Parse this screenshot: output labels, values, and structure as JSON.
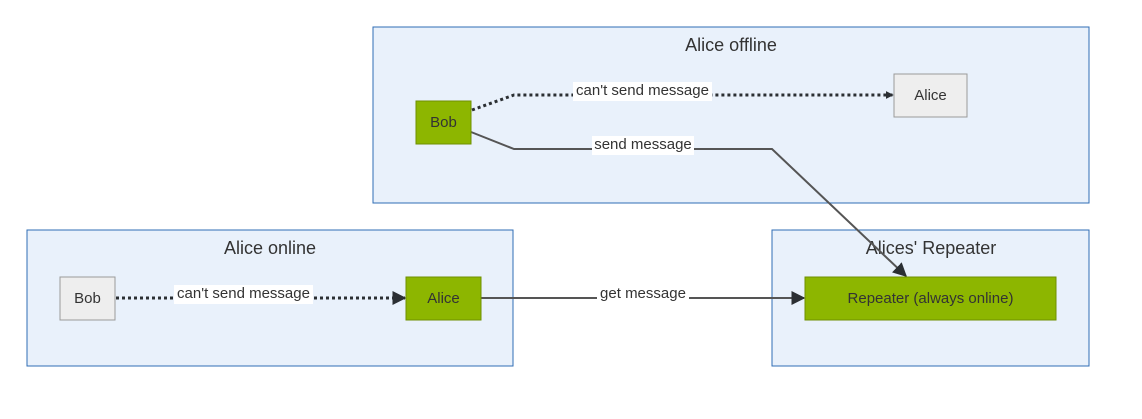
{
  "clusters": {
    "offline": {
      "title": "Alice offline"
    },
    "online": {
      "title": "Alice online"
    },
    "repeater": {
      "title": "Alices' Repeater"
    }
  },
  "nodes": {
    "offline_bob": {
      "label": "Bob",
      "style": "green"
    },
    "offline_alice": {
      "label": "Alice",
      "style": "gray"
    },
    "online_bob": {
      "label": "Bob",
      "style": "gray"
    },
    "online_alice": {
      "label": "Alice",
      "style": "green"
    },
    "repeater": {
      "label": "Repeater (always online)",
      "style": "green"
    }
  },
  "edges": {
    "offline_cant_send": {
      "label": "can't send message",
      "style": "dotted"
    },
    "offline_send": {
      "label": "send message",
      "style": "solid"
    },
    "online_cant_send": {
      "label": "can't send message",
      "style": "dotted"
    },
    "get_message": {
      "label": "get message",
      "style": "solid"
    }
  },
  "colors": {
    "cluster_fill": "#e9f1fb",
    "cluster_border": "#2f6db5",
    "node_green": "#8db600",
    "node_gray": "#eeeeee"
  }
}
